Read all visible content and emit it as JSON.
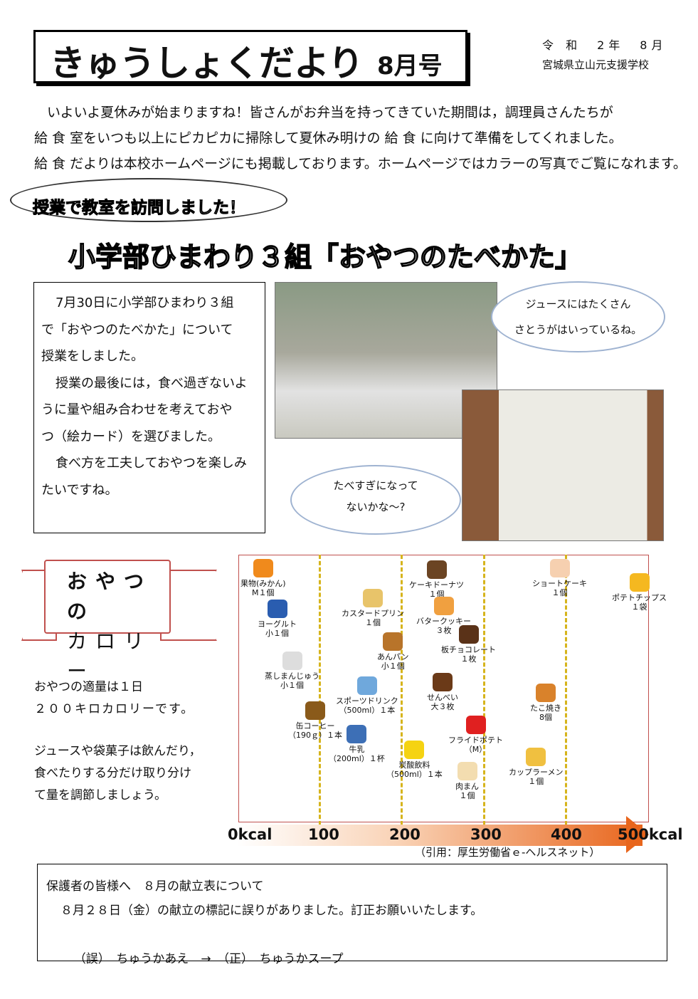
{
  "header": {
    "title": "きゅうしょくだより",
    "issue": "8月号",
    "date": "令 和　2年　8月",
    "school": "宮城県立山元支援学校"
  },
  "intro": [
    "いよいよ夏休みが始まりますね！皆さんがお弁当を持ってきていた期間は，調理員さんたちが",
    "給 食 室をいつも以上にピカピカに掃除して夏休み明けの 給 食 に向けて準備をしてくれました。",
    "給 食 だよりは本校ホームページにも掲載しております。ホームページではカラーの写真でご覧になれます。"
  ],
  "visit": {
    "bubble": "授業で教室を訪問しました！",
    "class_title": "小学部ひまわり３組「おやつのたべかた」"
  },
  "lesson": [
    "7月30日に小学部ひまわり３組",
    "で「おやつのたべかた」について",
    "授業をしました。",
    "授業の最後には，食べ過ぎないよ",
    "うに量や組み合わせを考えておや",
    "つ（絵カード）を選びました。",
    "食べ方を工夫しておやつを楽しみ",
    "たいですね。"
  ],
  "speech": {
    "juice_1": "ジュースにはたくさん",
    "juice_2": "さとうがはいっているね。",
    "eat_1": "たべすぎになって",
    "eat_2": "ないかな〜?"
  },
  "calorie": {
    "banner_1": "おやつの",
    "banner_2": "カロリー",
    "advice": [
      "おやつの適量は１日",
      "２００キロカロリーです。",
      "ジュースや袋菓子は飲んだり，",
      "食べたりする分だけ取り分け",
      "て量を調節しましょう。"
    ],
    "ticks": [
      "0kcal",
      "100",
      "200",
      "300",
      "400",
      "500kcal"
    ],
    "source": "（引用：厚生労働省ｅ-ヘルスネット）",
    "items": [
      {
        "name": "果物(みかん)",
        "qty": "M１個",
        "color": "#f08a1c"
      },
      {
        "name": "ヨーグルト",
        "qty": "小１個",
        "color": "#2a5db0"
      },
      {
        "name": "蒸しまんじゅう",
        "qty": "小１個",
        "color": "#ddd"
      },
      {
        "name": "缶コーヒー",
        "qty": "（190ｇ）１本",
        "color": "#8a5a1a"
      },
      {
        "name": "カスタードプリン",
        "qty": "１個",
        "color": "#e8c46a"
      },
      {
        "name": "あんパン",
        "qty": "小１個",
        "color": "#b8742a"
      },
      {
        "name": "スポーツドリンク",
        "qty": "（500ml）１本",
        "color": "#6fa8dc"
      },
      {
        "name": "牛乳",
        "qty": "（200ml）１杯",
        "color": "#3d6fb6"
      },
      {
        "name": "炭酸飲料",
        "qty": "（500ml）１本",
        "color": "#f5d312"
      },
      {
        "name": "ケーキドーナツ",
        "qty": "１個",
        "color": "#6b4423"
      },
      {
        "name": "バタークッキー",
        "qty": "３枚",
        "color": "#f0a040"
      },
      {
        "name": "板チョコレート",
        "qty": "１枚",
        "color": "#5a3218"
      },
      {
        "name": "せんべい",
        "qty": "大３枚",
        "color": "#6b3a18"
      },
      {
        "name": "フライドポテト",
        "qty": "（M）",
        "color": "#e02020"
      },
      {
        "name": "肉まん",
        "qty": "１個",
        "color": "#f3ddb0"
      },
      {
        "name": "たこ焼き",
        "qty": "8個",
        "color": "#d9822b"
      },
      {
        "name": "カップラーメン",
        "qty": "１個",
        "color": "#f0c040"
      },
      {
        "name": "ショートケーキ",
        "qty": "１個",
        "color": "#f6d0b0"
      },
      {
        "name": "ポテトチップス",
        "qty": "１袋",
        "color": "#f5b820"
      }
    ]
  },
  "notice": {
    "heading": "保護者の皆様へ　８月の献立表について",
    "line1": "８月２８日（金）の献立の標記に誤りがありました。訂正お願いいたします。",
    "wrong_label": "（誤）",
    "wrong": "ちゅうかあえ",
    "arrow": "→",
    "right_label": "（正）",
    "right": "ちゅうかスープ"
  }
}
